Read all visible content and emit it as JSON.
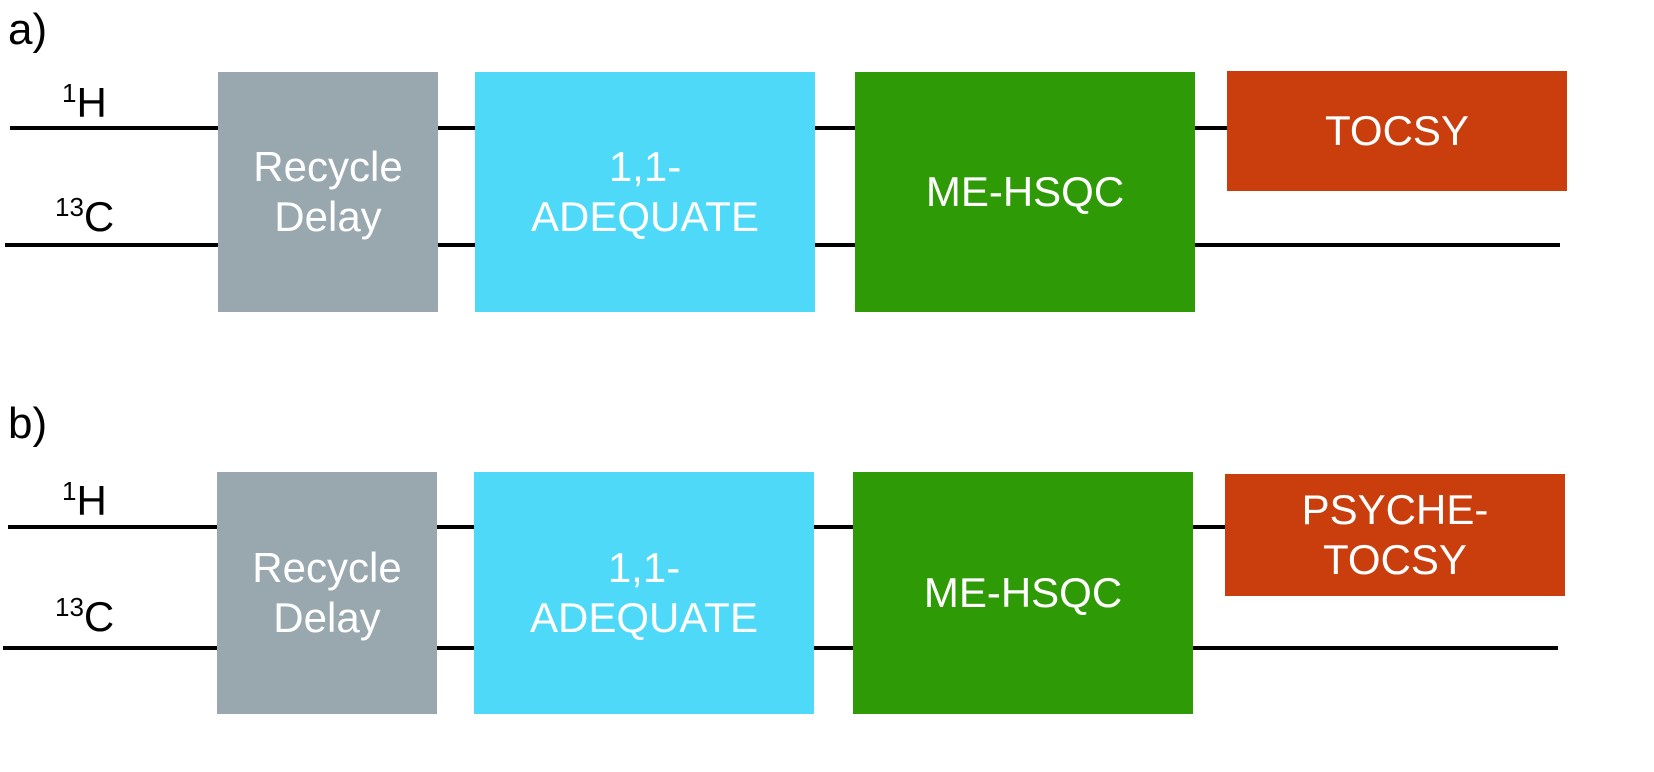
{
  "colors": {
    "recycle": "#98a8ae",
    "adequate": "#4dd9f7",
    "hsqc": "#2e9a06",
    "tocsy": "#c93e0c",
    "line": "#000000"
  },
  "panels": [
    {
      "label": "a)",
      "channel_top": {
        "sup": "1",
        "element": "H"
      },
      "channel_bottom": {
        "sup": "13",
        "element": "C"
      },
      "blocks": [
        {
          "text": "Recycle\nDelay"
        },
        {
          "text": "1,1-\nADEQUATE"
        },
        {
          "text": "ME-HSQC"
        },
        {
          "text": "TOCSY"
        }
      ]
    },
    {
      "label": "b)",
      "channel_top": {
        "sup": "1",
        "element": "H"
      },
      "channel_bottom": {
        "sup": "13",
        "element": "C"
      },
      "blocks": [
        {
          "text": "Recycle\nDelay"
        },
        {
          "text": "1,1-\nADEQUATE"
        },
        {
          "text": "ME-HSQC"
        },
        {
          "text": "PSYCHE-\nTOCSY"
        }
      ]
    }
  ]
}
